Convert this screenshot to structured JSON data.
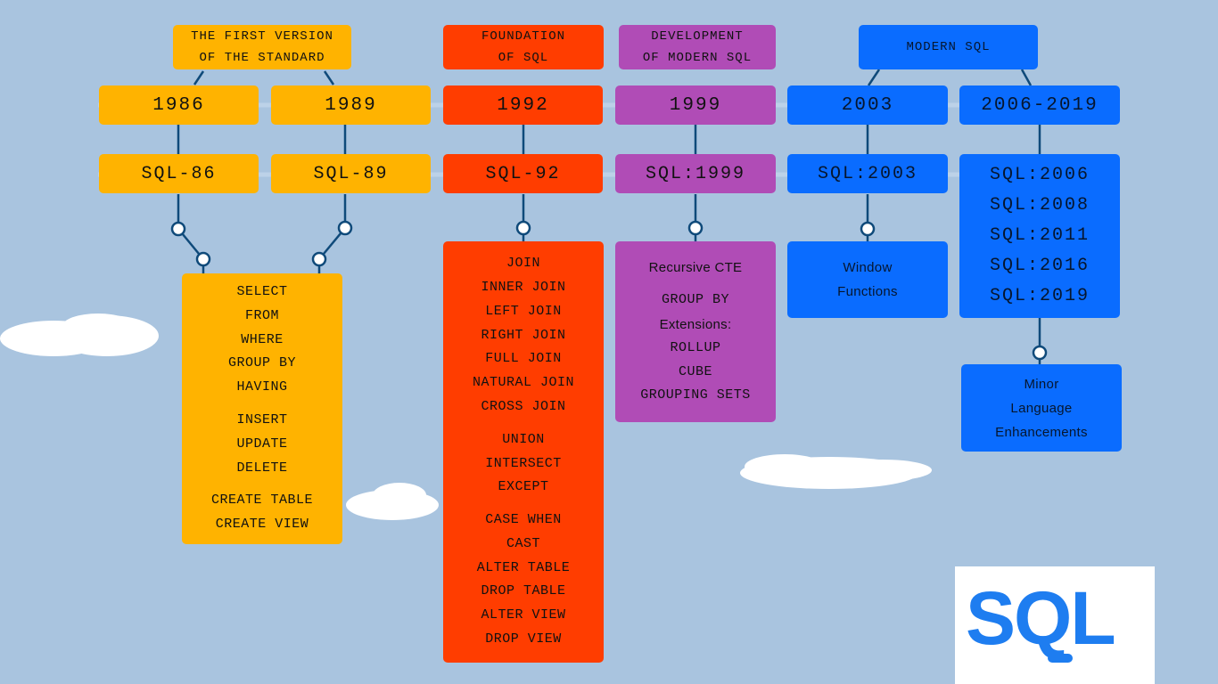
{
  "eras": {
    "first_version": "THE FIRST VERSION\nOF THE STANDARD",
    "foundation": "FOUNDATION\nOF SQL",
    "development": "DEVELOPMENT\nOF MODERN SQL",
    "modern": "MODERN SQL"
  },
  "years": [
    "1986",
    "1989",
    "1992",
    "1999",
    "2003",
    "2006-2019"
  ],
  "standards": [
    "SQL-86",
    "SQL-89",
    "SQL-92",
    "SQL:1999",
    "SQL:2003"
  ],
  "recent_standards": [
    "SQL:2006",
    "SQL:2008",
    "SQL:2011",
    "SQL:2016",
    "SQL:2019"
  ],
  "features": {
    "sql86_89": [
      [
        "SELECT",
        "FROM",
        "WHERE",
        "GROUP BY",
        "HAVING"
      ],
      [
        "INSERT",
        "UPDATE",
        "DELETE"
      ],
      [
        "CREATE TABLE",
        "CREATE VIEW"
      ]
    ],
    "sql92": [
      [
        "JOIN",
        "INNER JOIN",
        "LEFT JOIN",
        "RIGHT JOIN",
        "FULL JOIN",
        "NATURAL JOIN",
        "CROSS JOIN"
      ],
      [
        "UNION",
        "INTERSECT",
        "EXCEPT"
      ],
      [
        "CASE WHEN",
        "CAST",
        "ALTER TABLE",
        "DROP TABLE",
        "ALTER VIEW",
        "DROP VIEW"
      ]
    ],
    "sql1999_title": "Recursive CTE",
    "sql1999": [
      "GROUP BY",
      "Extensions:",
      "ROLLUP",
      "CUBE",
      "GROUPING SETS"
    ],
    "sql2003": [
      "Window",
      "Functions"
    ],
    "sql2006_2019": [
      "Minor",
      "Language",
      "Enhancements"
    ]
  },
  "logo": "SQL",
  "colors": {
    "yellow": "#ffb300",
    "red": "#ff3d00",
    "purple": "#b04cb6",
    "blue": "#0a6cff",
    "connector": "#0f4a7a",
    "background": "#a9c4df"
  }
}
